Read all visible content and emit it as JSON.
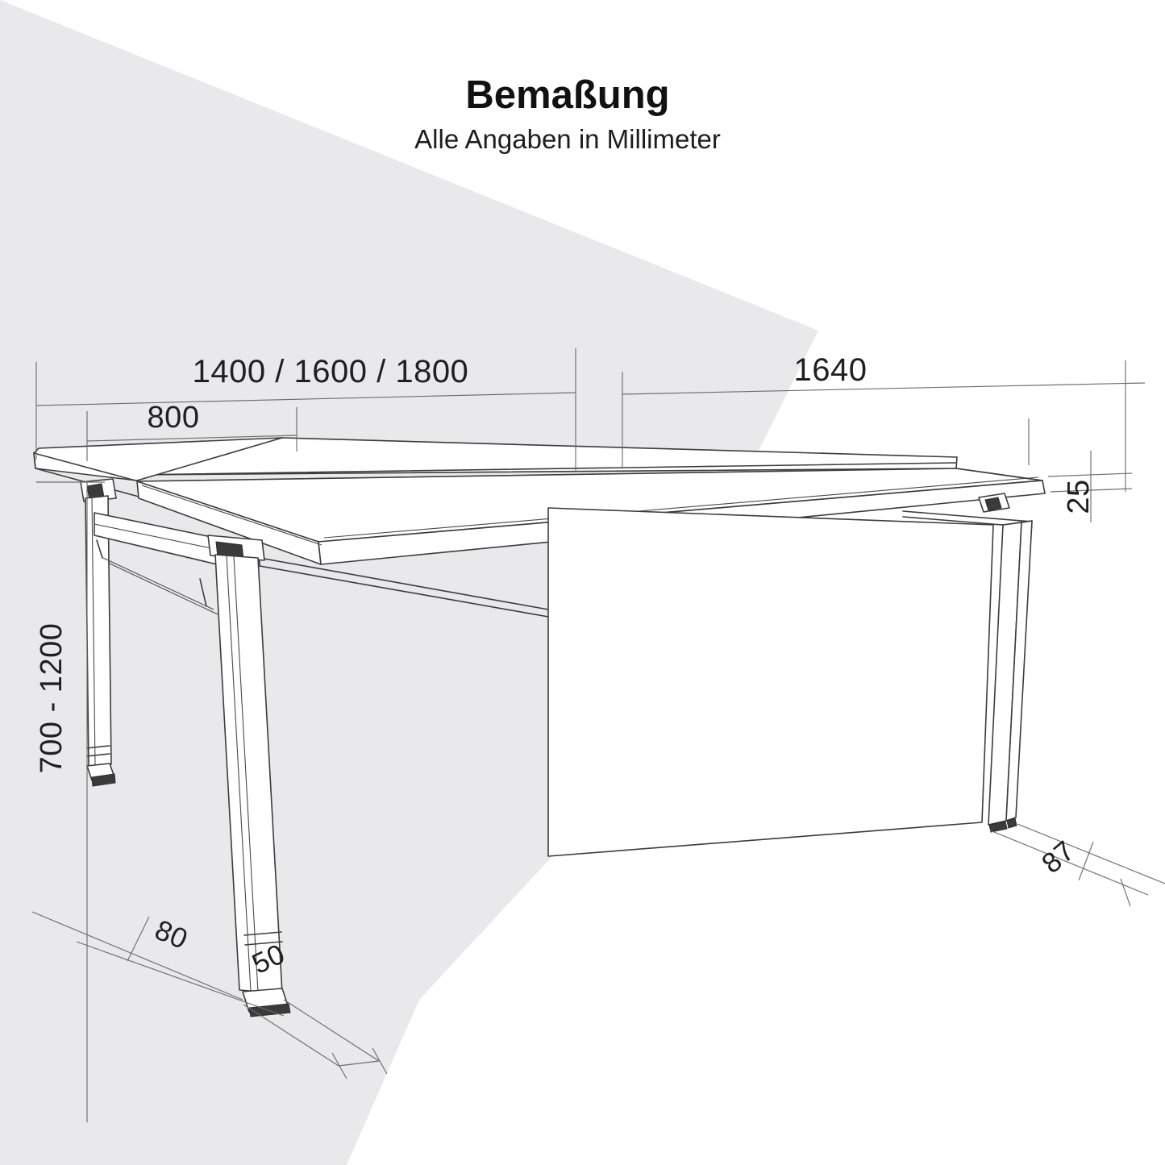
{
  "header": {
    "title": "Bemaßung",
    "subtitle": "Alle Angaben in Millimeter"
  },
  "drawing": {
    "kind": "technical-dimension-diagram",
    "subject": "height-adjustable bench desk with side panel",
    "units": "mm"
  },
  "dimensions": {
    "width_options": "1400 / 1600 / 1800",
    "desktop_depth": "800",
    "frame_total_depth": "1640",
    "tabletop_thickness": "25",
    "height_range": "700 - 1200",
    "foot_width": "80",
    "foot_depth": "50",
    "panel_floor_depth": "87"
  },
  "colors": {
    "background": "#ffffff",
    "shadow_wedge": "#e9e9ec",
    "line": "#3c3c3c",
    "dimension_line": "#6e6e6e",
    "text": "#1f1f1f"
  }
}
